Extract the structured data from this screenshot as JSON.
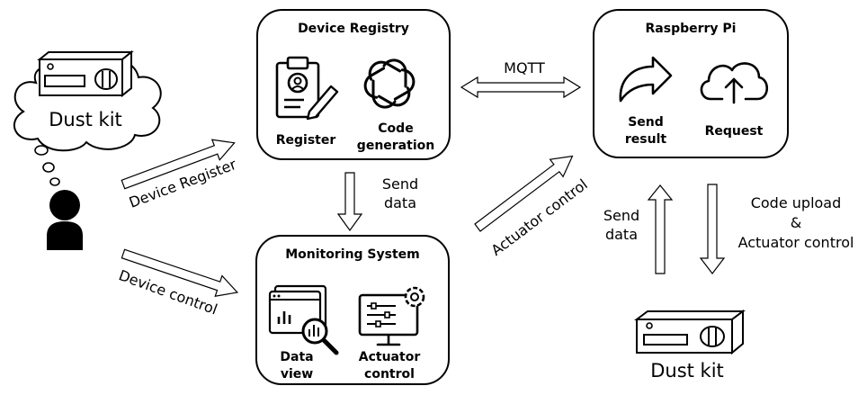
{
  "user_side": {
    "thought_label": "Dust kit"
  },
  "device_registry": {
    "title": "Device Registry",
    "register_label": "Register",
    "code_label_1": "Code",
    "code_label_2": "generation"
  },
  "raspberry_pi": {
    "title": "Raspberry Pi",
    "send_label_1": "Send",
    "send_label_2": "result",
    "request_label": "Request"
  },
  "monitoring": {
    "title": "Monitoring System",
    "data_label_1": "Data",
    "data_label_2": "view",
    "act_label_1": "Actuator",
    "act_label_2": "control"
  },
  "arrows": {
    "mqtt": "MQTT",
    "device_register": "Device Register",
    "device_control": "Device control",
    "send_data_1": "Send",
    "send_data_2": "data",
    "actuator_control": "Actuator control",
    "pi_send_1": "Send",
    "pi_send_2": "data",
    "code_upload_1": "Code upload",
    "code_upload_2": "&",
    "code_upload_3": "Actuator control"
  },
  "dust_kit_bottom": {
    "label": "Dust kit"
  }
}
